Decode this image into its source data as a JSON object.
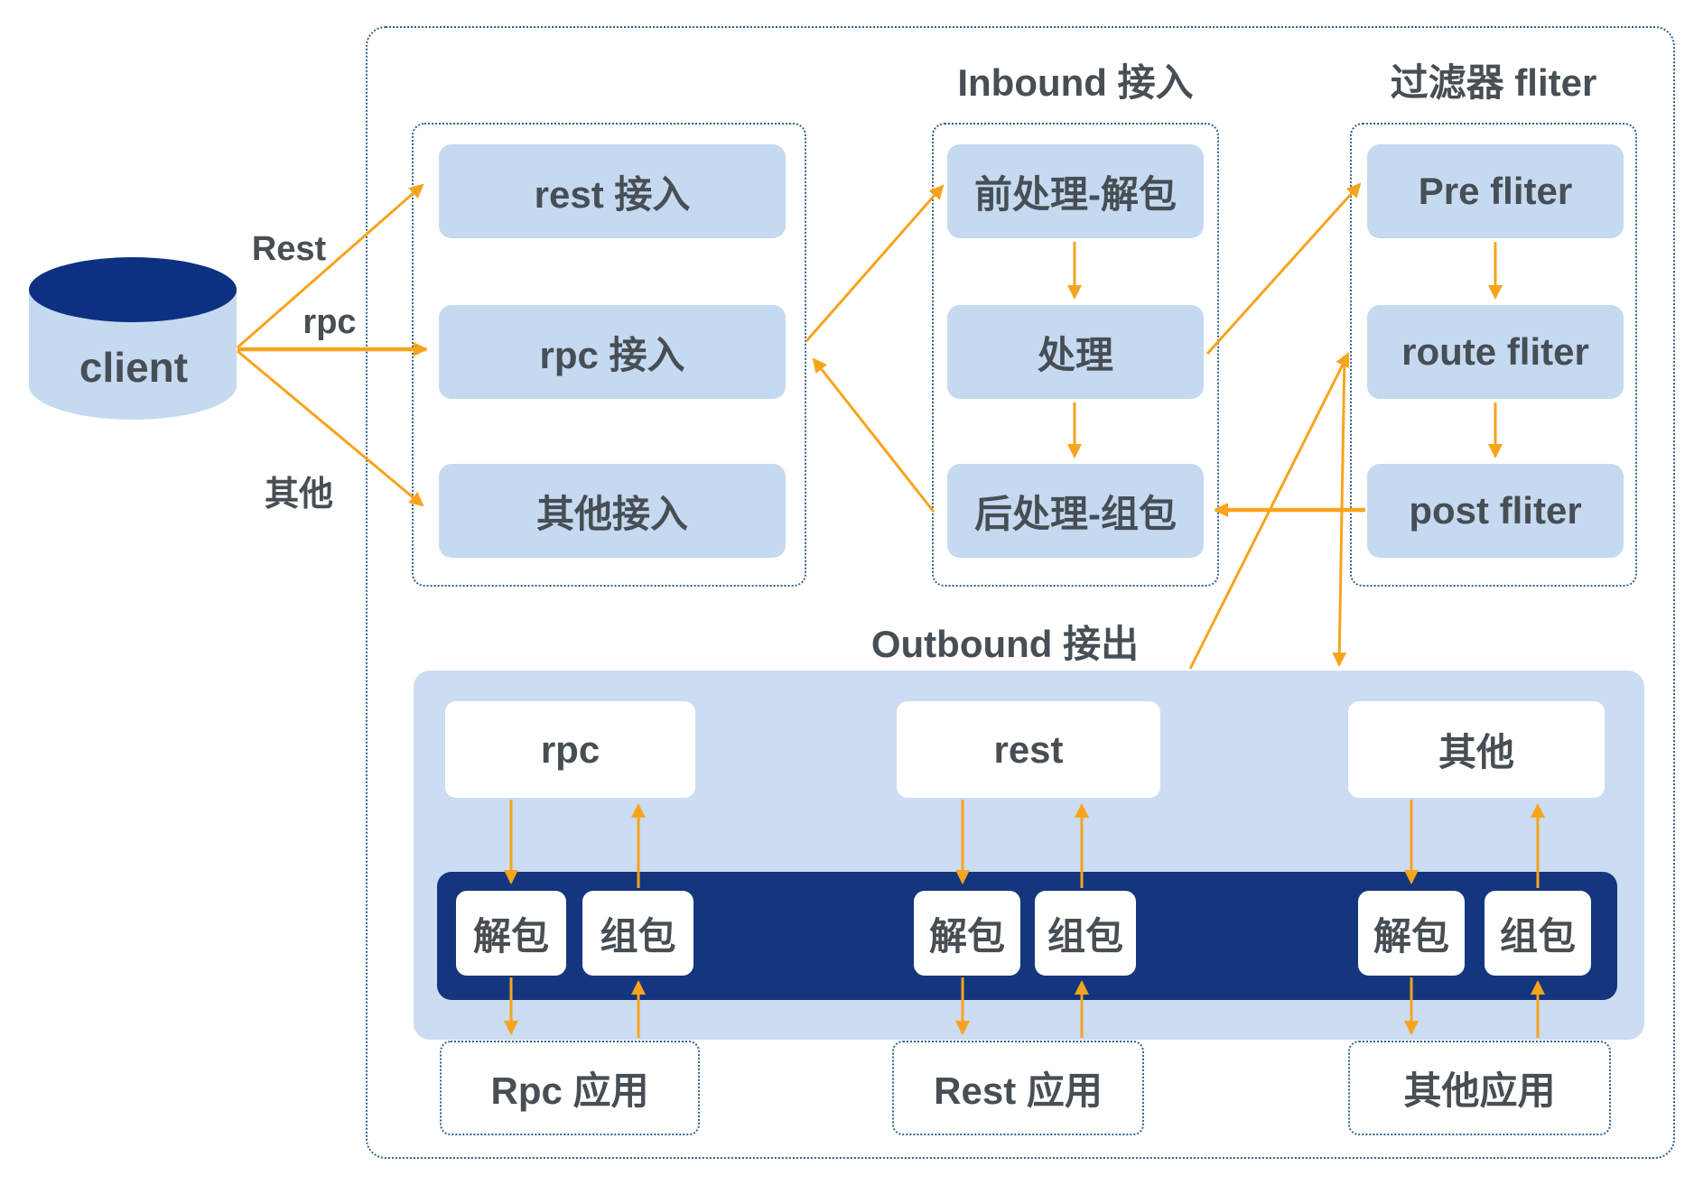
{
  "colors": {
    "accent_orange": "#F7A41C",
    "deep_navy": "#14367E",
    "cylinder_navy": "#0D3180",
    "node_blue": "#C5D9F0",
    "panel_blue": "#CCDCF2",
    "dashed_border": "#31618F",
    "text": "#474E54",
    "white_box": "#FFFFFF"
  },
  "client": {
    "label": "client"
  },
  "edge_labels": {
    "rest": "Rest",
    "rpc": "rpc",
    "other": "其他"
  },
  "titles": {
    "inbound": "Inbound 接入",
    "filter": "过滤器 fliter",
    "outbound": "Outbound 接出"
  },
  "access_group": {
    "rest": "rest 接入",
    "rpc": "rpc 接入",
    "other": "其他接入"
  },
  "inbound_group": {
    "pre": "前处理-解包",
    "process": "处理",
    "post": "后处理-组包"
  },
  "filter_group": {
    "pre": "Pre fliter",
    "route": "route fliter",
    "post": "post fliter"
  },
  "outbound_group": {
    "rpc": "rpc",
    "rest": "rest",
    "other": "其他",
    "unpack": "解包",
    "pack": "组包"
  },
  "apps": {
    "rpc": "Rpc 应用",
    "rest": "Rest 应用",
    "other": "其他应用"
  }
}
